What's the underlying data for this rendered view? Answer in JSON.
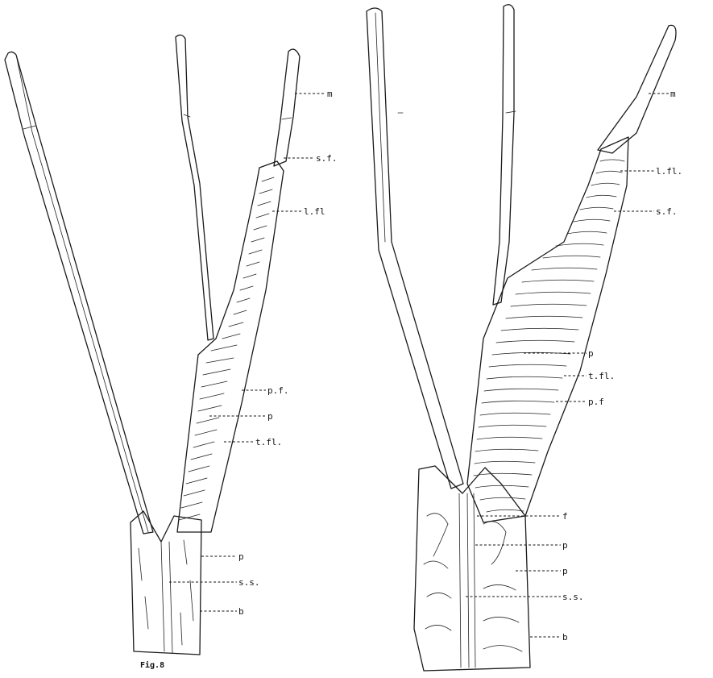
{
  "figure_caption": "Fig.8",
  "left_labels": {
    "m": "m",
    "sf": "s.f.",
    "lfl": "l.fl",
    "pf": "p.f.",
    "p1": "p",
    "tfl": "t.fl.",
    "p2": "p",
    "ss": "s.s.",
    "b": "b"
  },
  "right_labels": {
    "m": "m",
    "lfl": "l.fl.",
    "sf": "s.f.",
    "p1": "p",
    "tfl": "t.fl.",
    "pf": "p.f",
    "f": "f",
    "p2": "p",
    "p3": "p",
    "ss": "s.s.",
    "b": "b"
  }
}
